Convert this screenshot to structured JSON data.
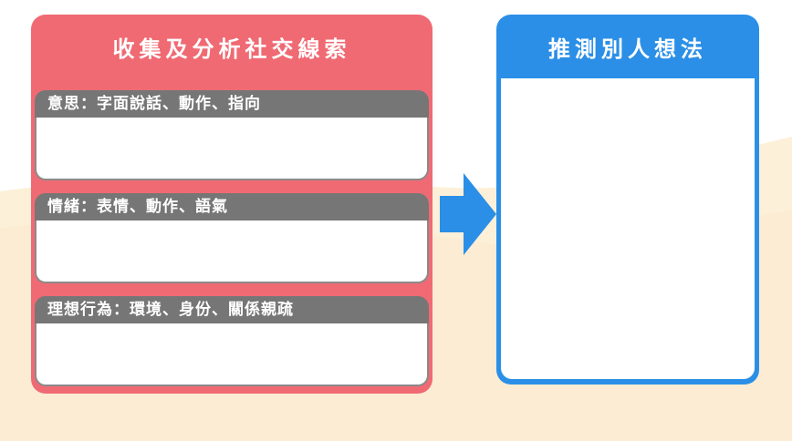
{
  "left_panel": {
    "title": "收集及分析社交線索",
    "cards": [
      {
        "label": "意思：字面說話、動作、指向"
      },
      {
        "label": "情緒：表情、動作、語氣"
      },
      {
        "label": "理想行為：環境、身份、關係親疏"
      }
    ]
  },
  "right_panel": {
    "title": "推測別人想法"
  },
  "colors": {
    "left_panel": "#f06a73",
    "right_panel": "#2b8fe7",
    "card_header": "#767676",
    "arrow": "#2b8fe7",
    "background_wave": "#fdf0d8"
  },
  "icons": {
    "arrow": "right-arrow-icon"
  }
}
